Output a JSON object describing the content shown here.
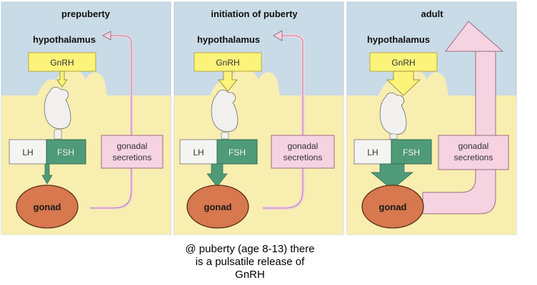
{
  "panels": [
    {
      "title": "prepuberty",
      "hypothalamus": "hypothalamus",
      "gnrh": "GnRH",
      "lh": "LH",
      "fsh": "FSH",
      "secretions": [
        "gonadal",
        "secretions"
      ],
      "gonad": "gonad"
    },
    {
      "title": "initiation of puberty",
      "hypothalamus": "hypothalamus",
      "gnrh": "GnRH",
      "lh": "LH",
      "fsh": "FSH",
      "secretions": [
        "gonadal",
        "secretions"
      ],
      "gonad": "gonad"
    },
    {
      "title": "adult",
      "hypothalamus": "hypothalamus",
      "gnrh": "GnRH",
      "lh": "LH",
      "fsh": "FSH",
      "secretions": [
        "gonadal",
        "secretions"
      ],
      "gonad": "gonad"
    }
  ],
  "caption": {
    "line1": "@ puberty (age 8-13) there",
    "line2": "is a pulsatile release of",
    "line3": "GnRH"
  },
  "colors": {
    "sky": "#c9dbe6",
    "ground": "#f8eeb0",
    "gnrh_arrow": "#fcf37a",
    "pituitary": "#f2f0ef",
    "lh_box": "#f4f4f2",
    "fsh_box": "#4f9a78",
    "secretion": "#f5d3e1",
    "gonad": "#d7784e"
  }
}
